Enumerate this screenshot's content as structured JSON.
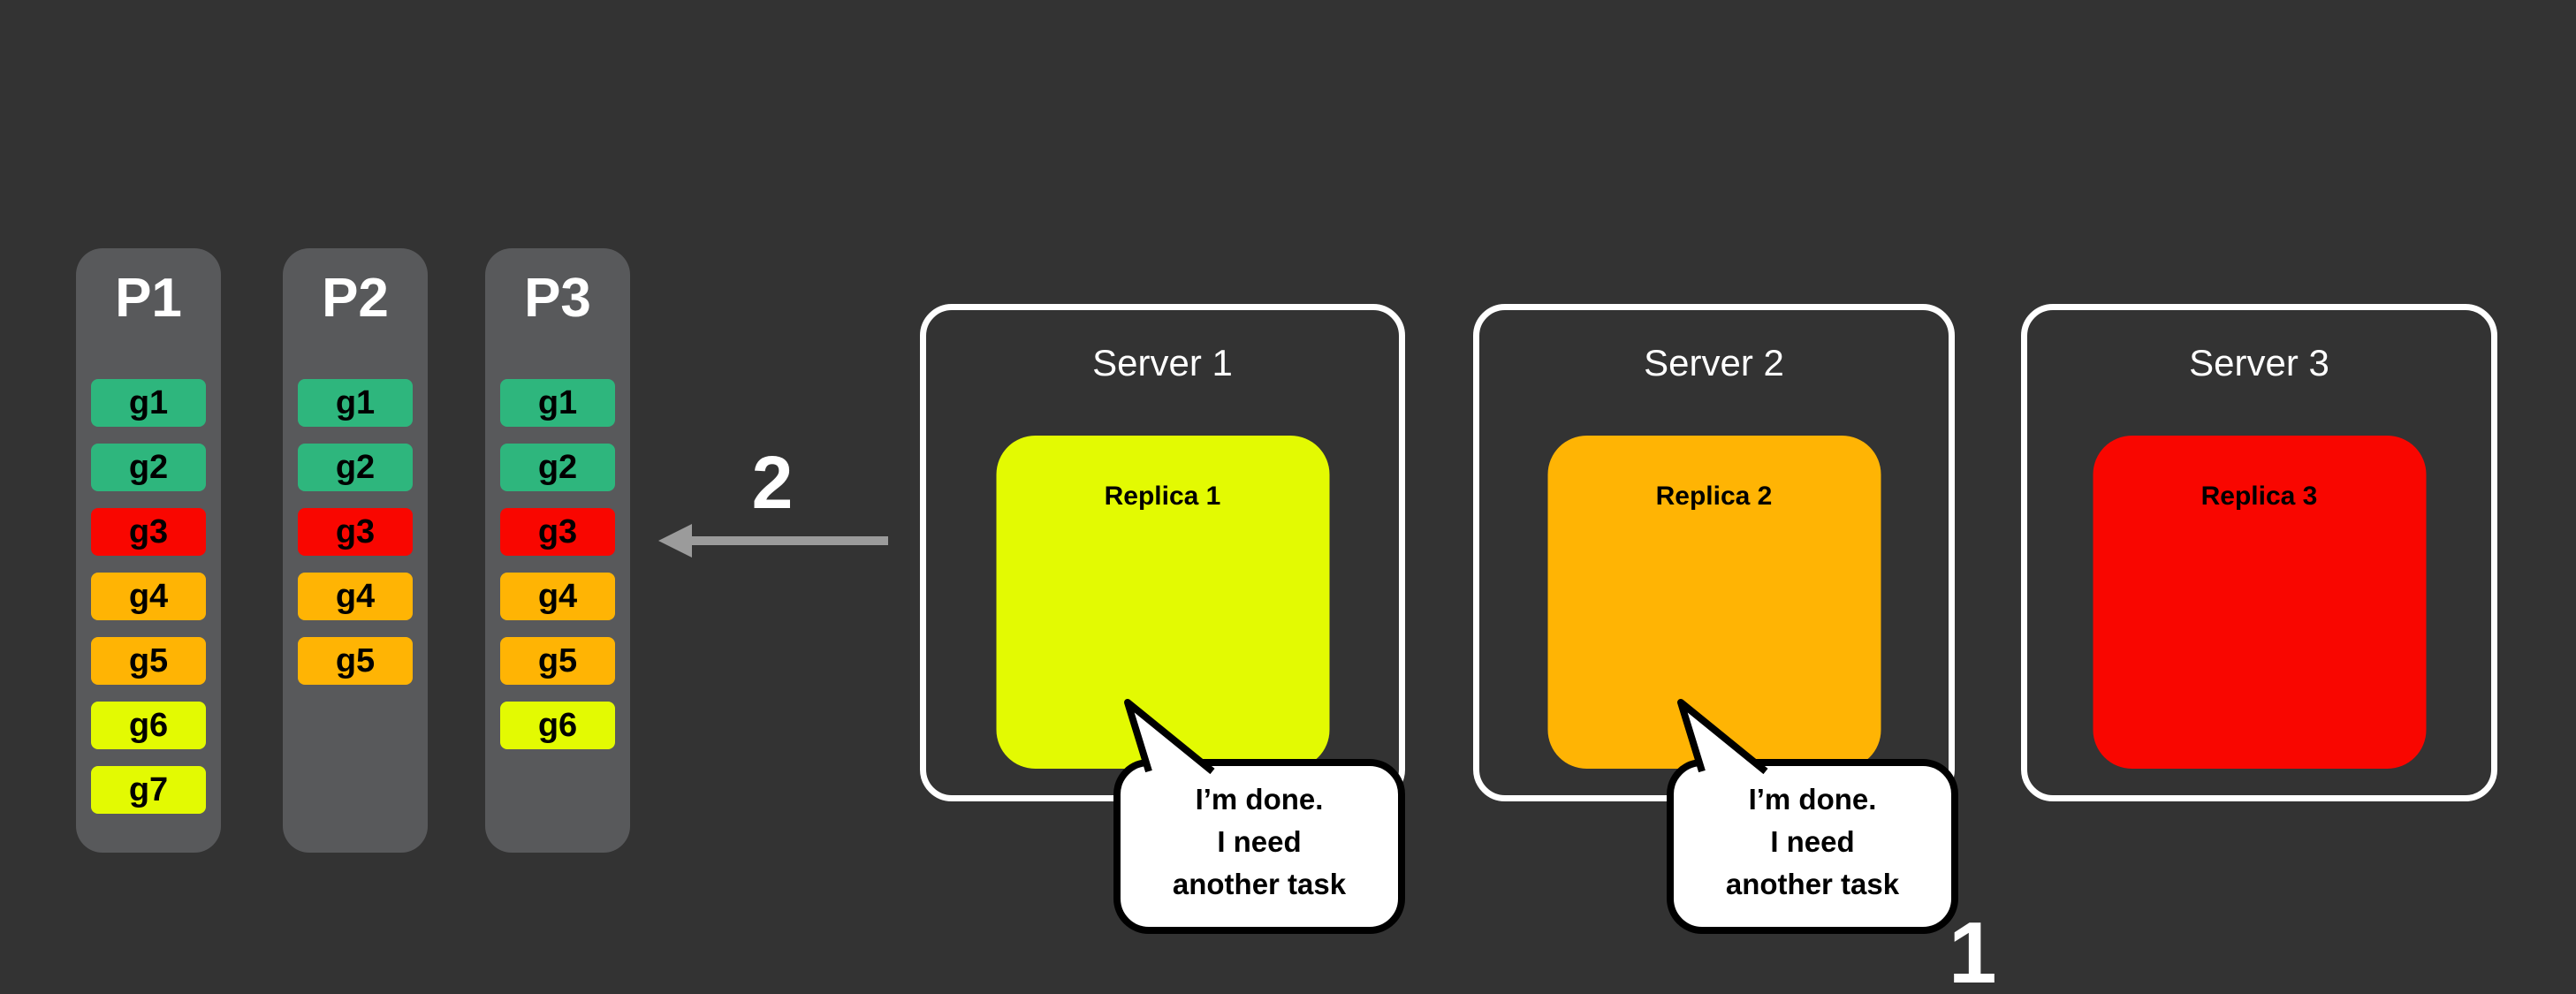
{
  "background": "#333333",
  "panel_color": "#58595b",
  "partitions": [
    {
      "label": "P1",
      "chips": [
        {
          "label": "g1",
          "color": "#2eb67d"
        },
        {
          "label": "g2",
          "color": "#2eb67d"
        },
        {
          "label": "g3",
          "color": "#f90600"
        },
        {
          "label": "g4",
          "color": "#ffb404"
        },
        {
          "label": "g5",
          "color": "#ffb404"
        },
        {
          "label": "g6",
          "color": "#e3fa02"
        },
        {
          "label": "g7",
          "color": "#e3fa02"
        }
      ]
    },
    {
      "label": "P2",
      "chips": [
        {
          "label": "g1",
          "color": "#2eb67d"
        },
        {
          "label": "g2",
          "color": "#2eb67d"
        },
        {
          "label": "g3",
          "color": "#f90600"
        },
        {
          "label": "g4",
          "color": "#ffb404"
        },
        {
          "label": "g5",
          "color": "#ffb404"
        }
      ]
    },
    {
      "label": "P3",
      "chips": [
        {
          "label": "g1",
          "color": "#2eb67d"
        },
        {
          "label": "g2",
          "color": "#2eb67d"
        },
        {
          "label": "g3",
          "color": "#f90600"
        },
        {
          "label": "g4",
          "color": "#ffb404"
        },
        {
          "label": "g5",
          "color": "#ffb404"
        },
        {
          "label": "g6",
          "color": "#e3fa02"
        }
      ]
    }
  ],
  "arrow": {
    "step_label": "2",
    "color": "#9b9b9b"
  },
  "servers": [
    {
      "label": "Server 1",
      "replica": {
        "label": "Replica 1",
        "color": "#e3fa02"
      }
    },
    {
      "label": "Server 2",
      "replica": {
        "label": "Replica 2",
        "color": "#ffb404"
      }
    },
    {
      "label": "Server 3",
      "replica": {
        "label": "Replica 3",
        "color": "#f90600"
      }
    }
  ],
  "bubbles": [
    {
      "lines": [
        "I’m done.",
        "I need",
        "another task"
      ]
    },
    {
      "lines": [
        "I’m done.",
        "I need",
        "another task"
      ]
    }
  ],
  "step_one_label": "1"
}
